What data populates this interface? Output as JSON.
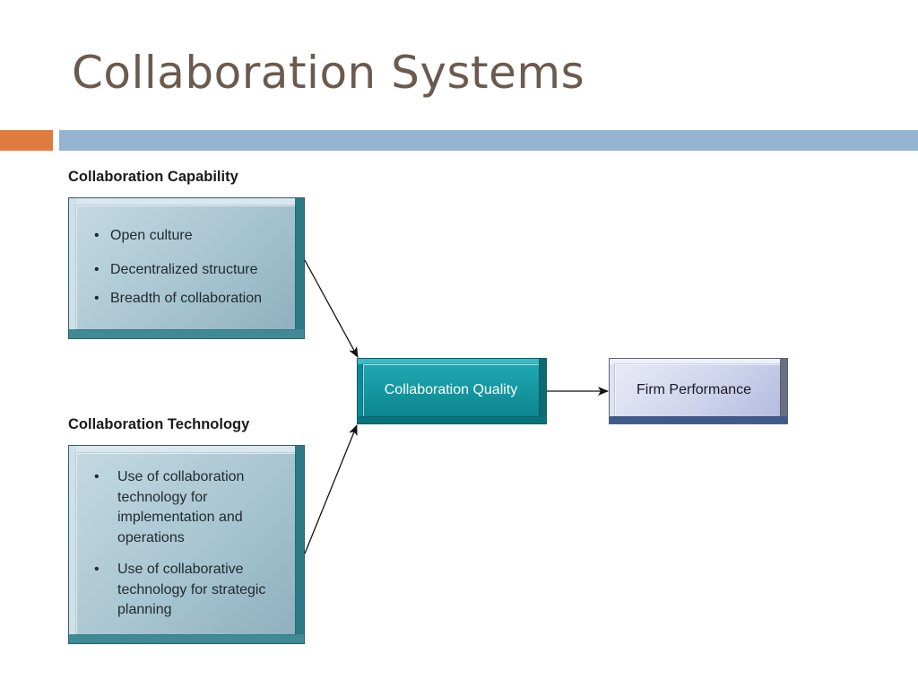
{
  "slide": {
    "title": "Collaboration Systems"
  },
  "diagram": {
    "capability": {
      "label": "Collaboration Capability",
      "items": [
        "Open culture",
        "Decentralized structure",
        "Breadth of collaboration"
      ]
    },
    "technology": {
      "label": "Collaboration Technology",
      "items": [
        "Use of collaboration technology for implementation and operations",
        "Use of collaborative technology for strategic planning"
      ]
    },
    "quality": {
      "label": "Collaboration Quality"
    },
    "performance": {
      "label": "Firm Performance"
    }
  },
  "colors": {
    "title": "#6b5a4e",
    "accent_orange": "#e07b3f",
    "accent_blue": "#94b4d2",
    "teal": "#13939d",
    "lavender": "#cfd4ec",
    "gray_blue": "#a8c5d1"
  }
}
